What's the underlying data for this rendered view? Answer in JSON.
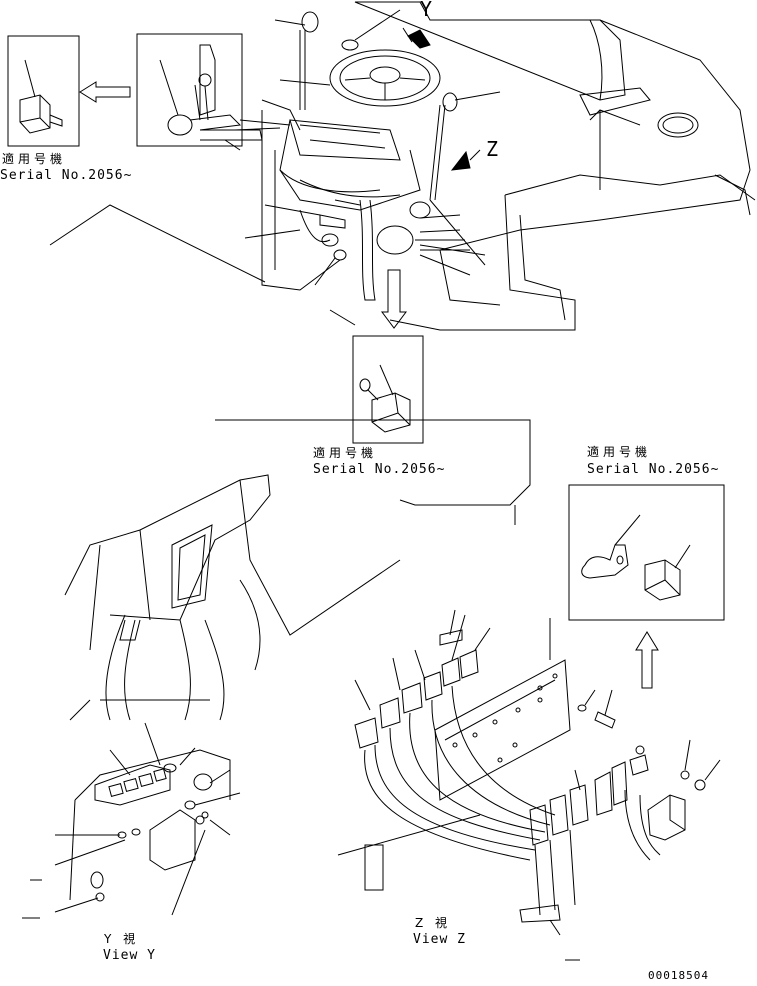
{
  "labels": {
    "applicable_jp": "適用号機",
    "serial": "Serial No.2056~",
    "view_y_jp": "Y 視",
    "view_y": "View Y",
    "view_z_jp": "Z 視",
    "view_z": "View Z",
    "arrow_y": "Y",
    "arrow_z": "Z"
  },
  "drawing_number": "00018504"
}
